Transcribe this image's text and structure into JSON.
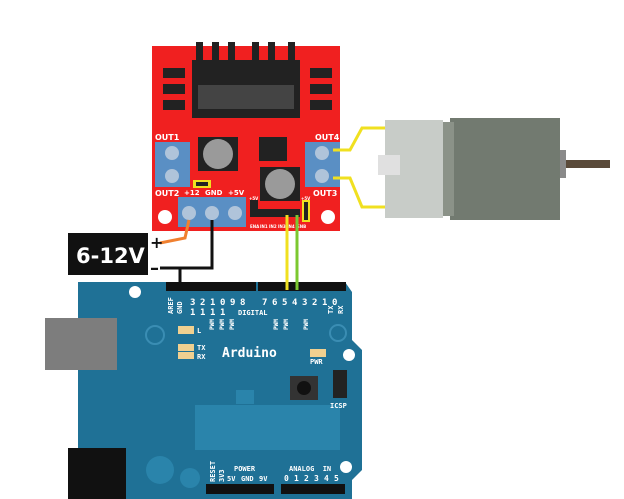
{
  "supply": {
    "label": "6-12V",
    "plus": "+",
    "minus": "–"
  },
  "driver": {
    "out1": "OUT1",
    "out2": "OUT2",
    "out3": "OUT3",
    "out4": "OUT4",
    "v12": "+12",
    "gnd": "GND",
    "v5": "+5V",
    "v5_small": "+5V",
    "v5_small_b": "+5V",
    "pins": [
      "ENA",
      "IN1",
      "IN2",
      "IN3",
      "IN4",
      "ENB"
    ]
  },
  "arduino": {
    "logo": "Arduino",
    "digital_label": "DIGITAL",
    "aref": "AREF",
    "gnd": "GND",
    "digital_pins_top": [
      "3",
      "2",
      "1",
      "0",
      "9",
      "8",
      "7",
      "6",
      "5",
      "4",
      "3",
      "2",
      "1",
      "0"
    ],
    "digital_pins_bottom": [
      "1",
      "1",
      "1",
      "1"
    ],
    "pwm": "PWM",
    "tx": "TX",
    "rx": "RX",
    "led_l": "L",
    "led_tx": "TX",
    "led_rx": "RX",
    "pwr": "PWR",
    "icsp": "ICSP",
    "power_label": "POWER",
    "reset": "RESET",
    "v33": "3V3",
    "power_pins": [
      "5V",
      "GND",
      "9V"
    ],
    "analog_label": "ANALOG  IN",
    "analog_pins": [
      "0",
      "1",
      "2",
      "3",
      "4",
      "5"
    ]
  },
  "colors": {
    "driver_red": "#f02020",
    "arduino_blue": "#1f7196",
    "terminal_blue": "#5a8fc4",
    "wire_yellow": "#f0e020",
    "wire_green": "#7cc830",
    "wire_orange": "#f08030"
  }
}
